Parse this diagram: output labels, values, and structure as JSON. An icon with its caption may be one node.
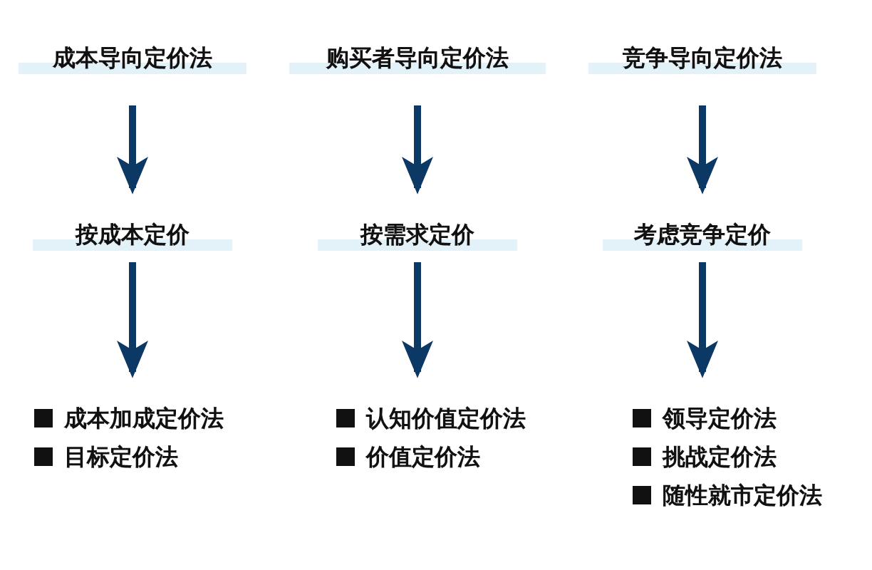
{
  "diagram": {
    "nodes": [
      {
        "text": [
          "成本导向定价法"
        ]
      },
      {
        "text": [
          "购买者导向定价法"
        ]
      },
      {
        "text": [
          "竞争导向定价法"
        ]
      },
      {
        "text": [
          "按成本定价"
        ]
      },
      {
        "text": [
          "按需求定价"
        ]
      },
      {
        "text": [
          "考虑竞争定价"
        ]
      },
      {
        "text": [
          "成本加成定价法",
          "目标定价法"
        ]
      },
      {
        "text": [
          "认知价值定价法",
          "价值定价法"
        ]
      },
      {
        "text": [
          "领导定价法",
          "挑战定价法",
          "随性就市定价法"
        ]
      }
    ],
    "edges": [
      {
        "from": 0,
        "to": 3,
        "arrow": "to"
      },
      {
        "from": 1,
        "to": 4,
        "arrow": "to"
      },
      {
        "from": 2,
        "to": 5,
        "arrow": "to"
      },
      {
        "from": 3,
        "to": 6,
        "arrow": "to"
      },
      {
        "from": 4,
        "to": 7,
        "arrow": "to"
      },
      {
        "from": 5,
        "to": 8,
        "arrow": "to"
      }
    ]
  }
}
